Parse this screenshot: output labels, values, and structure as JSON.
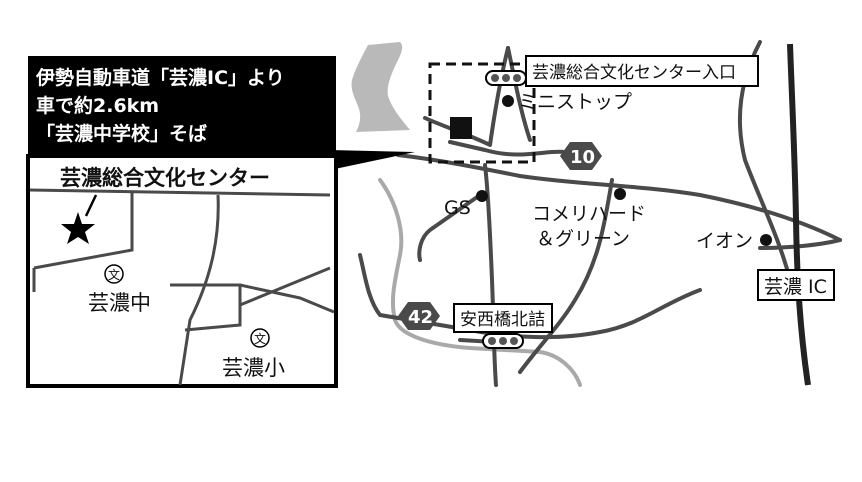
{
  "callout": {
    "line1": "伊勢自動車道「芸濃IC」より",
    "line2": "車で約2.6km",
    "line3": "「芸濃中学校」そば"
  },
  "inset": {
    "title": "芸濃総合文化センター",
    "school_symbol": "文",
    "junior_high": "芸濃中",
    "elementary": "芸濃小",
    "star_icon": "star-icon"
  },
  "map": {
    "entrance_signal": "芸濃総合文化センター入口",
    "ministop": "ミニストップ",
    "route10": "10",
    "gs": "GS",
    "komeri_line1": "コメリハード",
    "komeri_line2": "＆グリーン",
    "aeon": "イオン",
    "geino_ic": "芸濃 IC",
    "route42": "42",
    "anzai_signal": "安西橋北詰"
  },
  "colors": {
    "road_dark": "#4a4a4a",
    "road_light": "#a9a9a9",
    "callout_bg": "#000000",
    "callout_text": "#ffffff"
  }
}
